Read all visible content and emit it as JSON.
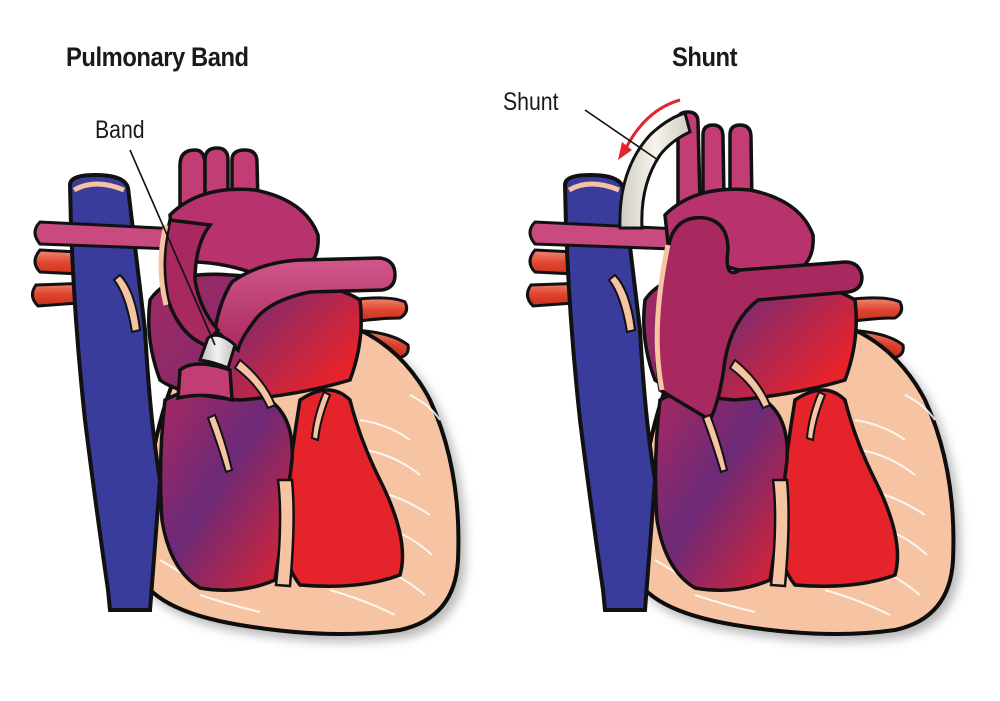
{
  "figure": {
    "panels": [
      {
        "id": "pulmonary-band",
        "title": "Pulmonary Band",
        "callouts": [
          {
            "label": "Band"
          }
        ]
      },
      {
        "id": "shunt",
        "title": "Shunt",
        "callouts": [
          {
            "label": "Shunt"
          }
        ]
      }
    ]
  },
  "colors": {
    "deoxygenated_blue": "#3a3c9c",
    "oxygenated_red": "#e5232b",
    "mixed_purple": "#7a2a6e",
    "aorta_magenta": "#b8326e",
    "vessel_pink": "#c94a7f",
    "myocardium_peach": "#f6c3a3",
    "outline": "#111111",
    "shunt_tube": "#ece9df",
    "flow_arrow": "#e0262c"
  }
}
